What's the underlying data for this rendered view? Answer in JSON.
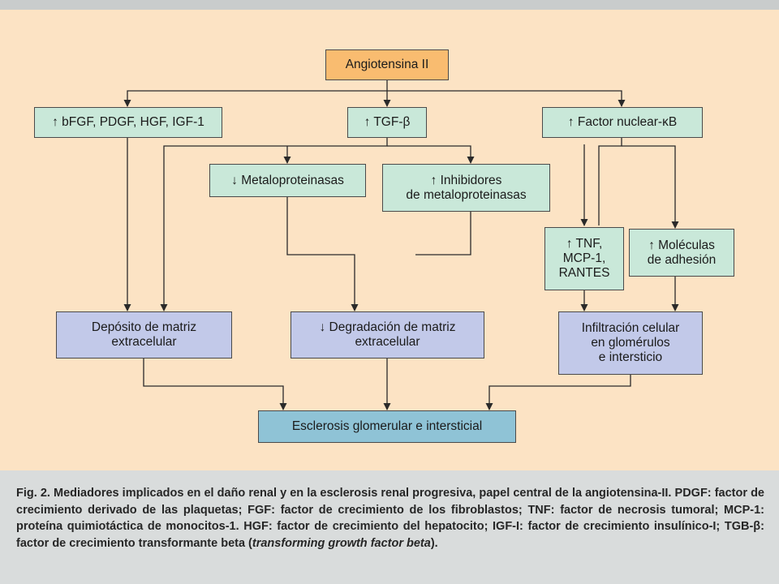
{
  "nodes": {
    "angiotensin": "Angiotensina II",
    "growth_factors": "↑ bFGF, PDGF, HGF, IGF-1",
    "tgf_beta": "↑ TGF-β",
    "nf_kb": "↑ Factor nuclear-κB",
    "metalloproteinases": "↓ Metaloproteinasas",
    "inhibitors": "↑ Inhibidores\nde metaloproteinasas",
    "tnf": "↑ TNF,\nMCP-1,\nRANTES",
    "adhesion": "↑ Moléculas\nde adhesión",
    "matrix_deposit": "Depósito de matriz\nextracelular",
    "matrix_degradation": "↓ Degradación de matriz\nextracelular",
    "infiltration": "Infiltración celular\nen glomérulos\ne intersticio",
    "sclerosis": "Esclerosis glomerular e intersticial"
  },
  "colors": {
    "panel_background": "#fce3c4",
    "top_node": "#f9bc70",
    "mediator_nodes": "#c9e8d9",
    "effect_nodes": "#c2c9e9",
    "outcome_node": "#8fc3d6",
    "caption_background": "#d9dcdc"
  },
  "caption": "Fig. 2. Mediadores implicados en el daño renal y en la esclerosis renal progresiva, papel central de la angiotensina-II. PDGF: factor de crecimiento derivado de las plaquetas; FGF: factor de crecimiento de los fibroblastos; TNF: factor de necrosis tumoral; MCP-1: proteína quimiotáctica de monocitos-1. HGF: factor de crecimiento del hepatocito; IGF-I: factor de crecimiento insulínico-I; TGB-β: factor de crecimiento transformante beta (transforming growth factor beta)."
}
